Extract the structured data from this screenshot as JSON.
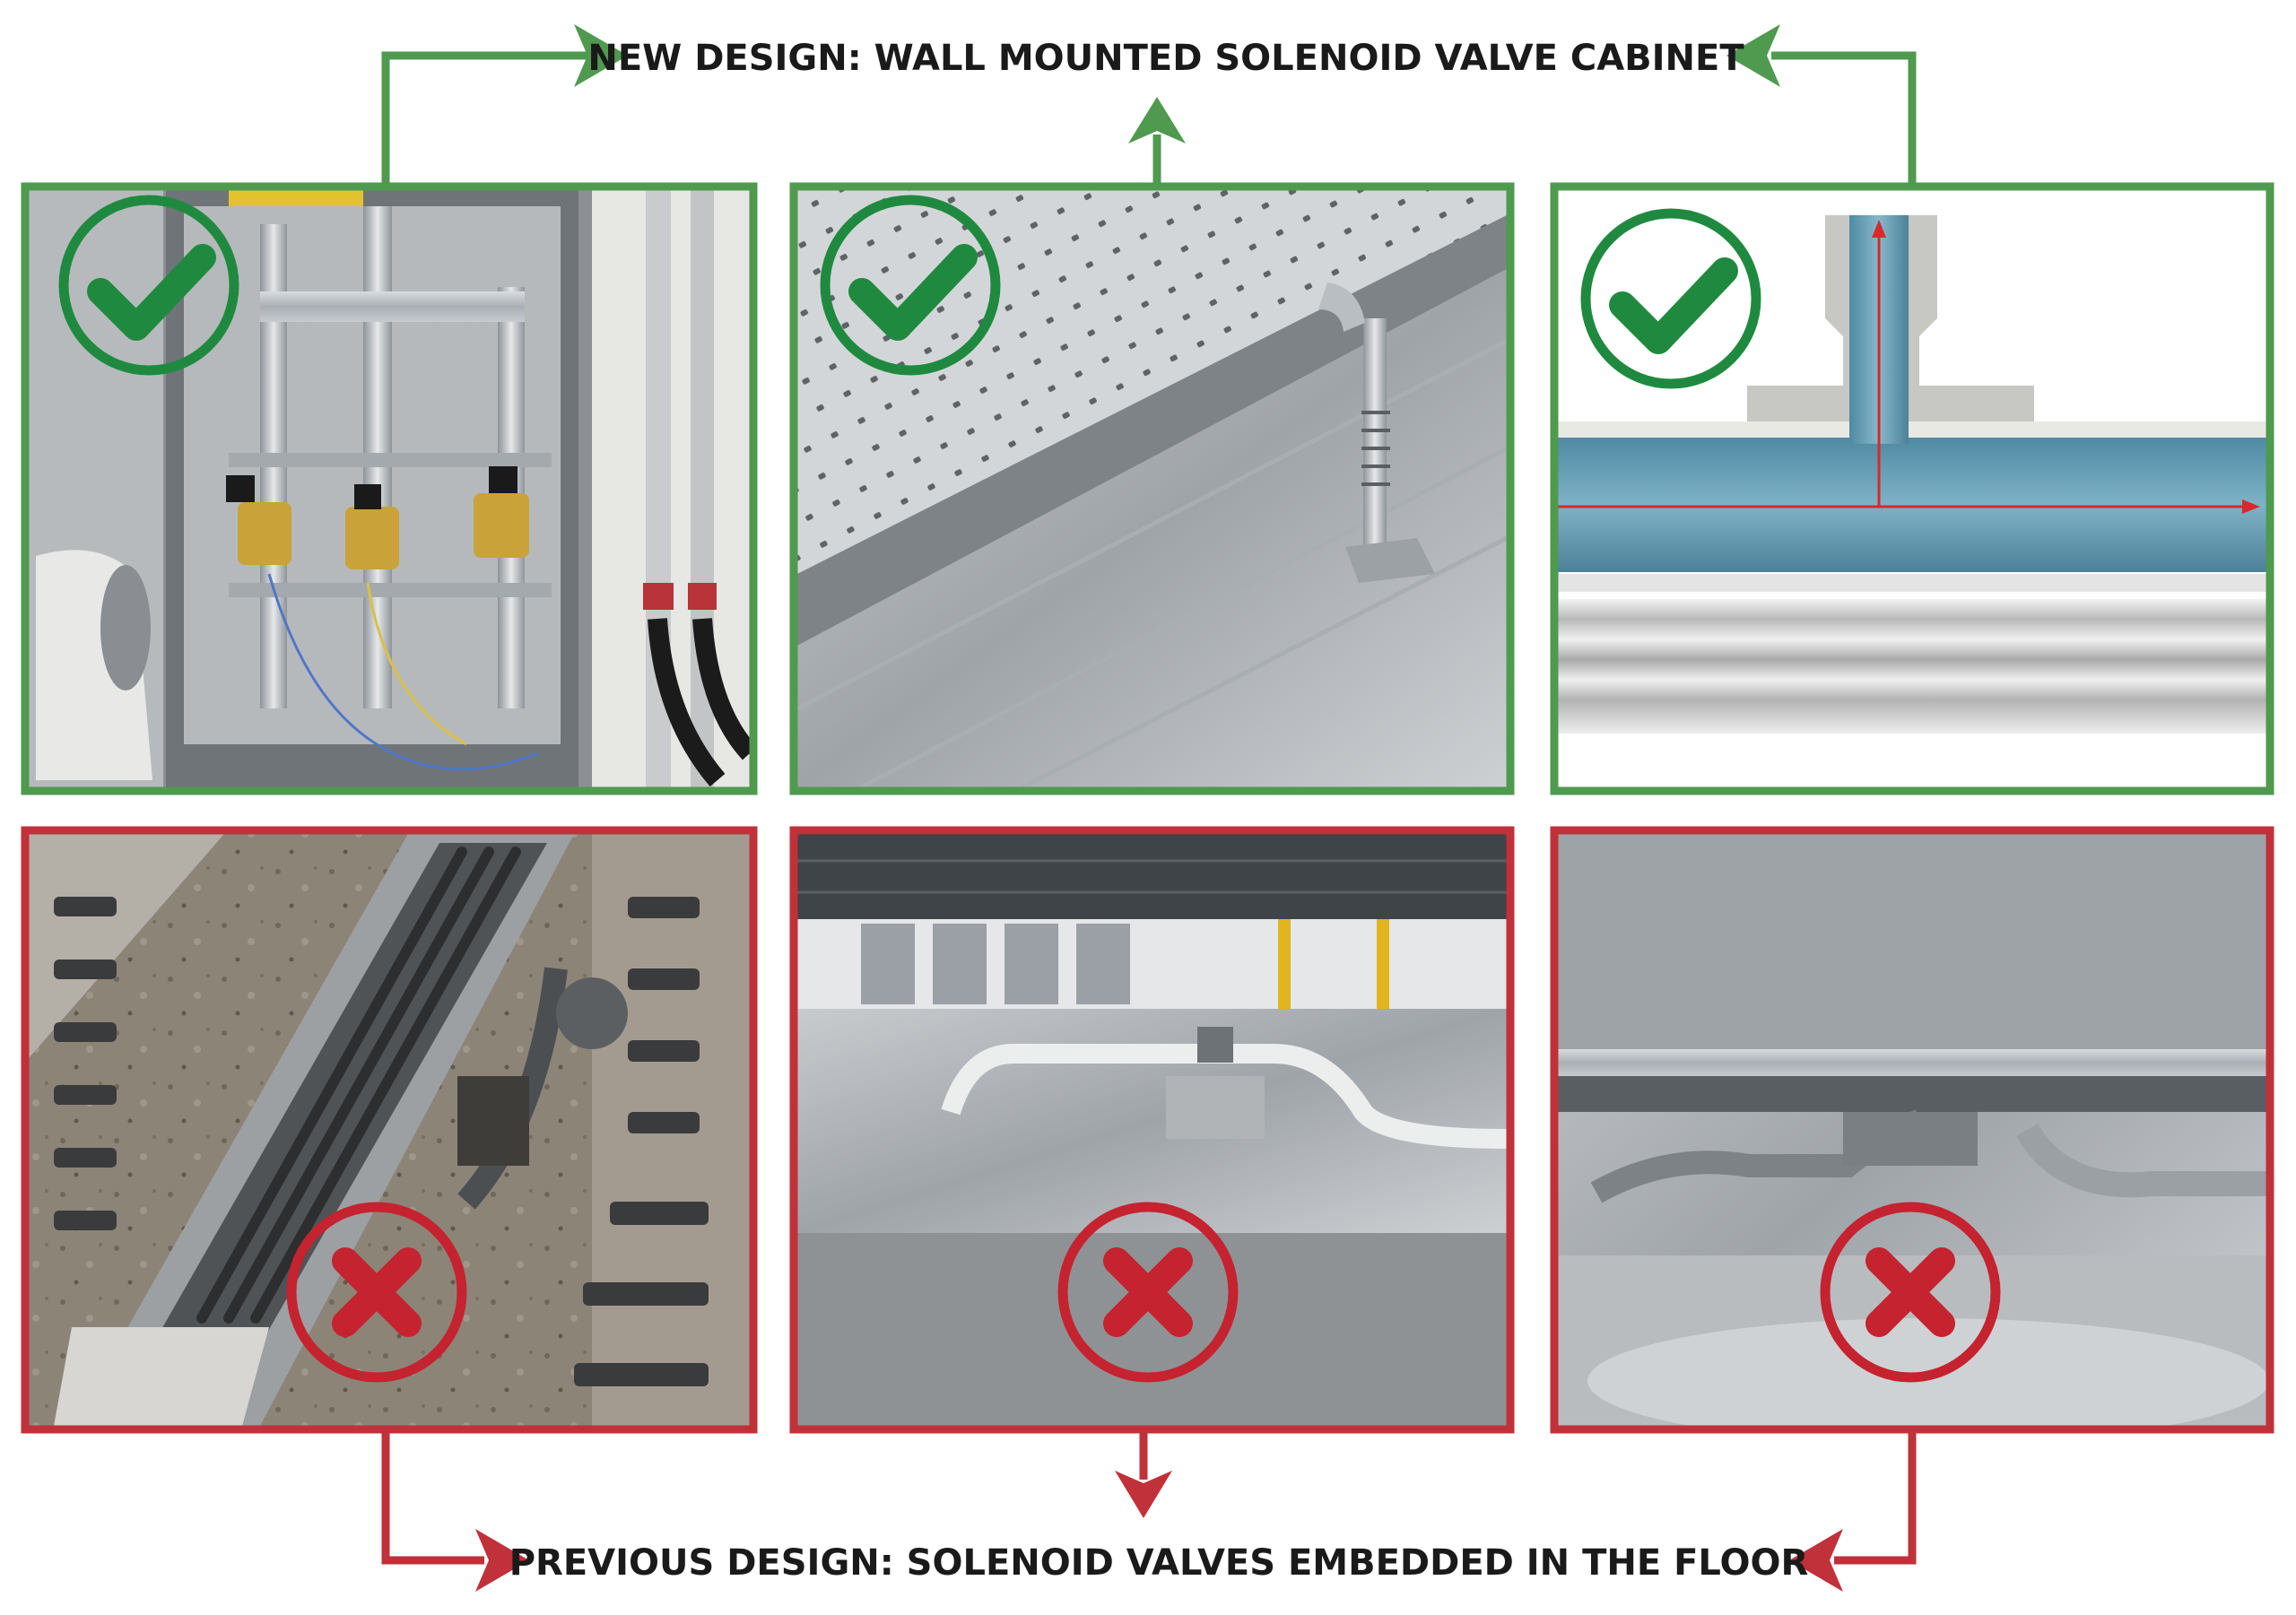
{
  "header": {
    "new_design_label": "NEW DESIGN: WALL MOUNTED SOLENOID VALVE CABINET"
  },
  "footer": {
    "previous_design_label": "PREVIOUS DESIGN: SOLENOID VALVES EMBEDDED IN THE FLOOR"
  },
  "colors": {
    "approved": "#4f9a4f",
    "approved_badge": "#1f8a3f",
    "rejected": "#c0313a",
    "rejected_badge": "#c4232f"
  },
  "panels": {
    "top": [
      {
        "subject": "wall-mounted-cabinet-photo",
        "status": "approved",
        "badge_icon": "checkmark-icon"
      },
      {
        "subject": "floor-grating-pipe-render",
        "status": "approved",
        "badge_icon": "checkmark-icon"
      },
      {
        "subject": "pipe-tee-cross-section",
        "status": "approved",
        "badge_icon": "checkmark-icon"
      }
    ],
    "bottom": [
      {
        "subject": "floor-trench-valves-photo",
        "status": "rejected",
        "badge_icon": "x-icon"
      },
      {
        "subject": "warehouse-floor-valve-photo",
        "status": "rejected",
        "badge_icon": "x-icon"
      },
      {
        "subject": "under-floor-pipes-photo",
        "status": "rejected",
        "badge_icon": "x-icon"
      }
    ]
  }
}
